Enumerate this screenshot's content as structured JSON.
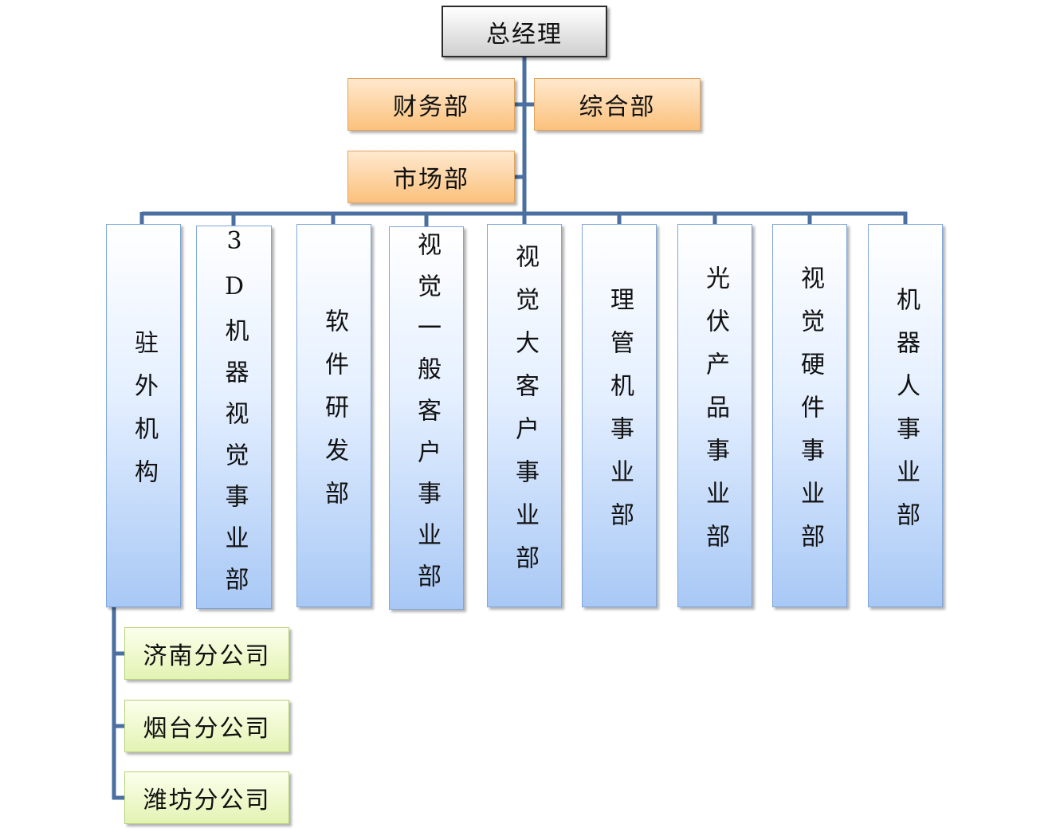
{
  "nodes": {
    "ceo": "总经理",
    "finance": "财务部",
    "general": "综合部",
    "market": "市场部",
    "dept1": "驻外机构",
    "dept2": "3D机器视觉事业部",
    "dept3": "软件研发部",
    "dept4": "视觉一般客户事业部",
    "dept5": "视觉大客户事业部",
    "dept6": "理管机事业部",
    "dept7": "光伏产品事业部",
    "dept8": "视觉硬件事业部",
    "dept9": "机器人事业部",
    "branch1": "济南分公司",
    "branch2": "烟台分公司",
    "branch3": "潍坊分公司"
  },
  "colors": {
    "connector": "#4a6fa0",
    "executive_fill": "#e6e6e6",
    "staff_fill": "#fcd2a0",
    "division_fill": "#c9dcf8",
    "branch_fill": "#eef8cc"
  }
}
